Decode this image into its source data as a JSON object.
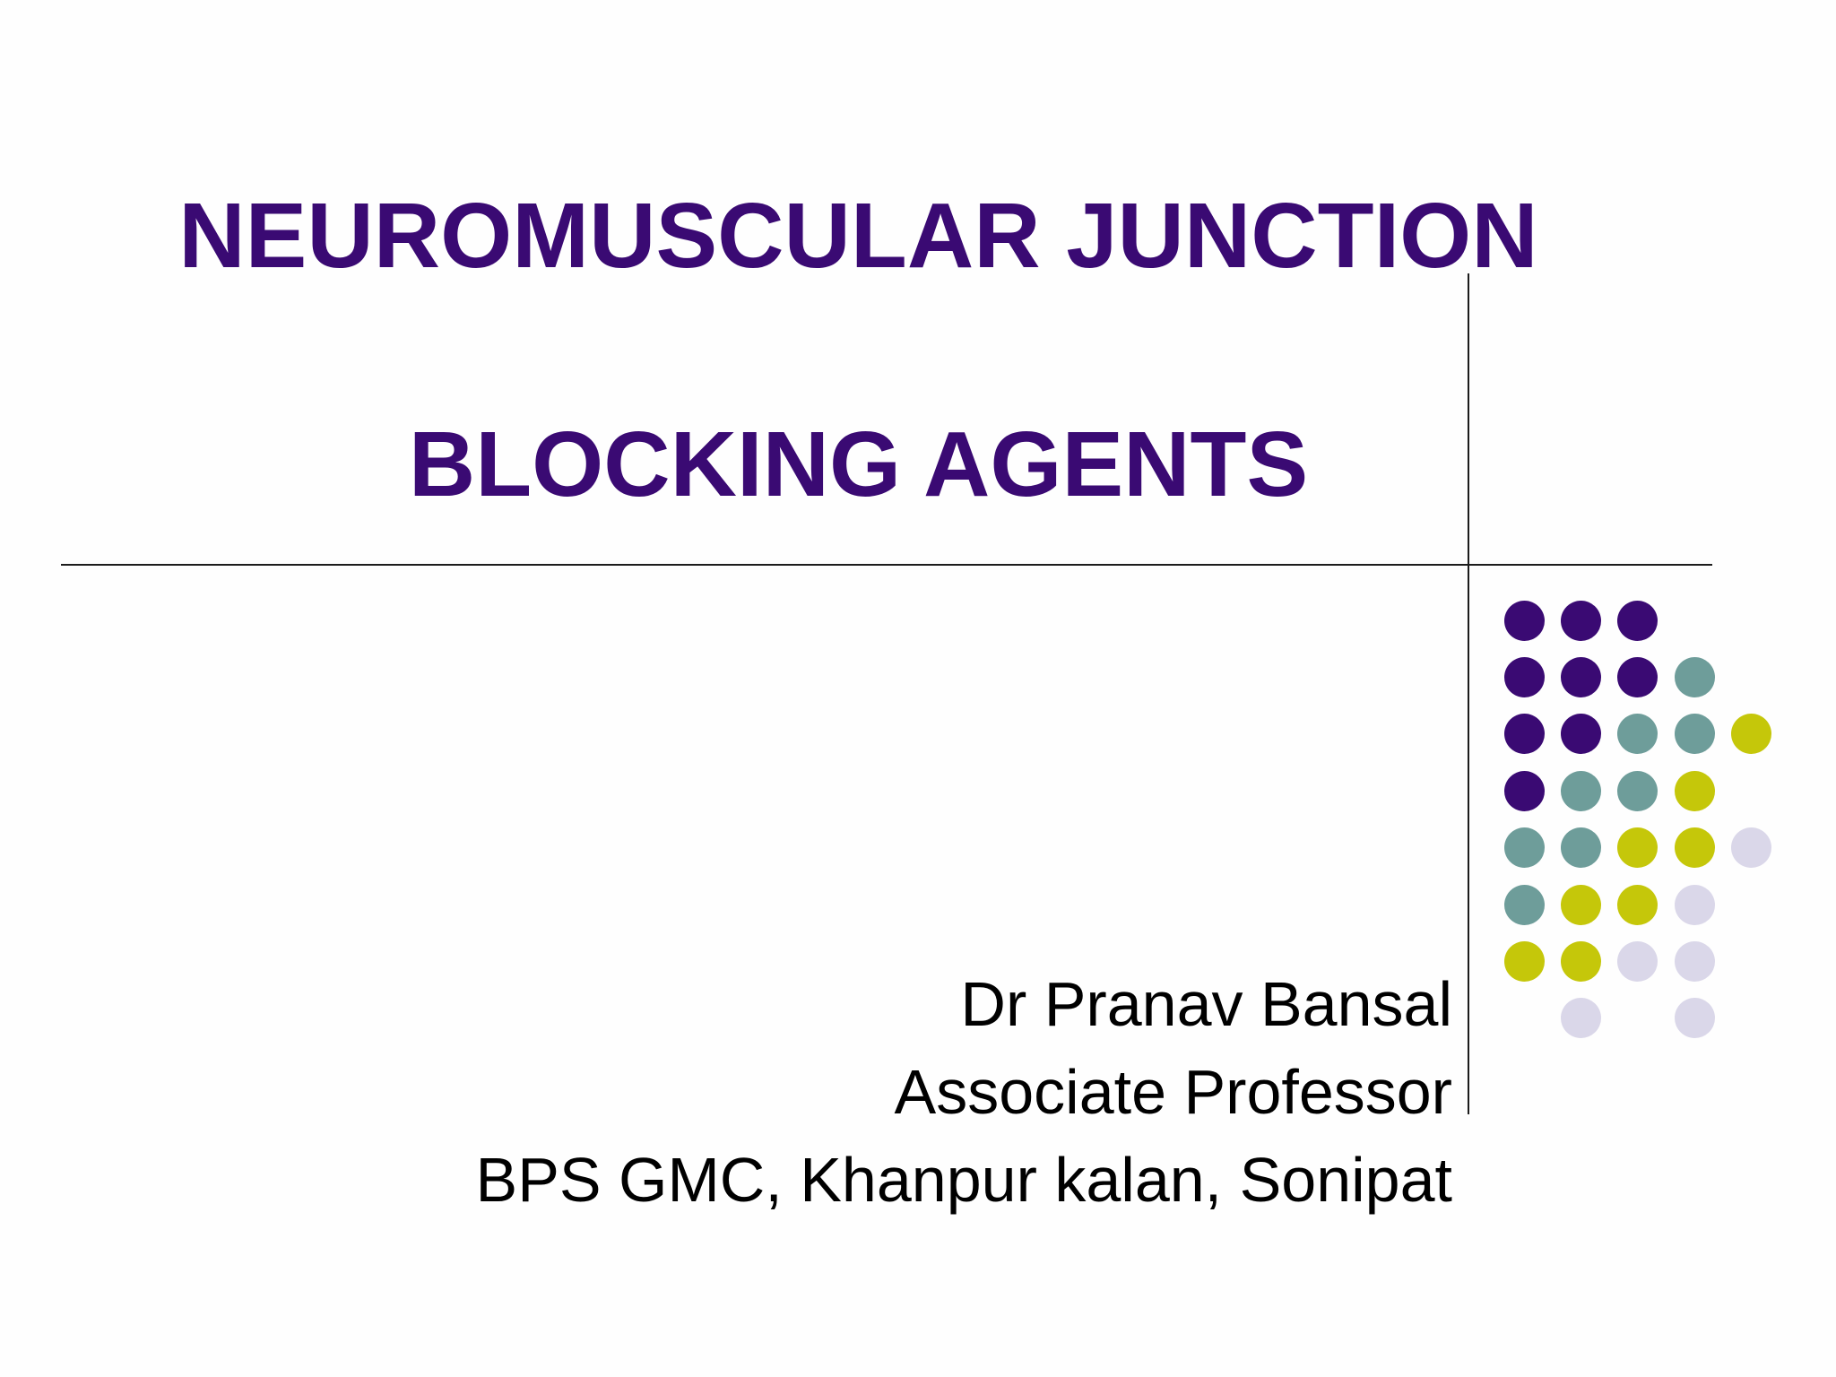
{
  "slide": {
    "background_color": "#FEFEFE",
    "title": {
      "line1": "NEUROMUSCULAR JUNCTION",
      "line2": "BLOCKING AGENTS",
      "color": "#3A0A73"
    },
    "subtitle": {
      "author": "Dr Pranav Bansal",
      "role": "Associate Professor",
      "institution": "BPS GMC, Khanpur kalan, Sonipat",
      "color": "#000000"
    },
    "divider_color": "#1C1C1C",
    "decoration": {
      "palette": {
        "P": "#3A0A73",
        "T": "#6E9D9A",
        "Y": "#C5C70A",
        "L": "#DAD7E9"
      },
      "grid": [
        [
          "P",
          "P",
          "P",
          "",
          ""
        ],
        [
          "P",
          "P",
          "P",
          "T",
          ""
        ],
        [
          "P",
          "P",
          "T",
          "T",
          "Y"
        ],
        [
          "P",
          "T",
          "T",
          "Y",
          ""
        ],
        [
          "T",
          "T",
          "Y",
          "Y",
          "L"
        ],
        [
          "T",
          "Y",
          "Y",
          "L",
          ""
        ],
        [
          "Y",
          "Y",
          "L",
          "L",
          ""
        ],
        [
          "",
          "L",
          "",
          "L",
          ""
        ]
      ]
    }
  }
}
